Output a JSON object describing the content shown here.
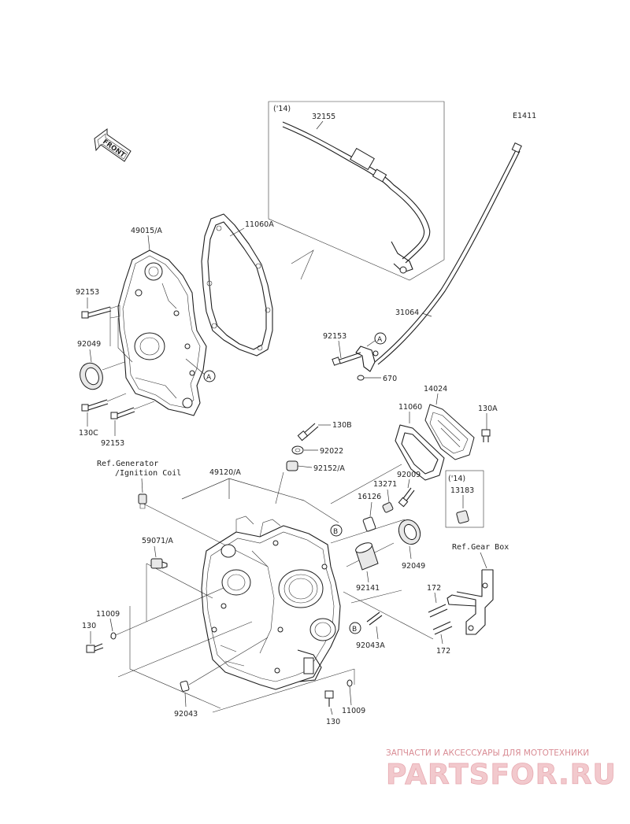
{
  "diagram": {
    "code": "E1411",
    "front_label": "FRONT",
    "year_tags": {
      "tag1": "('14)",
      "tag2": "('14)"
    },
    "refs": {
      "generator_line1": "Ref.Generator",
      "generator_line2": "/Ignition Coil",
      "gearbox": "Ref.Gear Box"
    },
    "markers": {
      "a": "A",
      "b": "B"
    },
    "parts": {
      "p32155": "32155",
      "p31064": "31064",
      "p49015A": "49015/A",
      "p11060A": "11060A",
      "p92153a": "92153",
      "p92153b": "92153",
      "p92153c": "92153",
      "p92049a": "92049",
      "p92049b": "92049",
      "p130C": "130C",
      "p670": "670",
      "p14024": "14024",
      "p11060": "11060",
      "p130A": "130A",
      "p130B": "130B",
      "p92022": "92022",
      "p92152A": "92152/A",
      "p49120A": "49120/A",
      "p92009": "92009",
      "p13271": "13271",
      "p16126": "16126",
      "p13183": "13183",
      "p59071A": "59071/A",
      "p11009a": "11009",
      "p11009b": "11009",
      "p130a": "130",
      "p130b": "130",
      "p92141": "92141",
      "p172a": "172",
      "p172b": "172",
      "p92043A": "92043A",
      "p92043": "92043"
    }
  },
  "watermark": {
    "caption": "ЗАПЧАСТИ И АКСЕССУАРЫ ДЛЯ МОТОТЕХНИКИ",
    "brand": "PARTSFOR.RU"
  }
}
